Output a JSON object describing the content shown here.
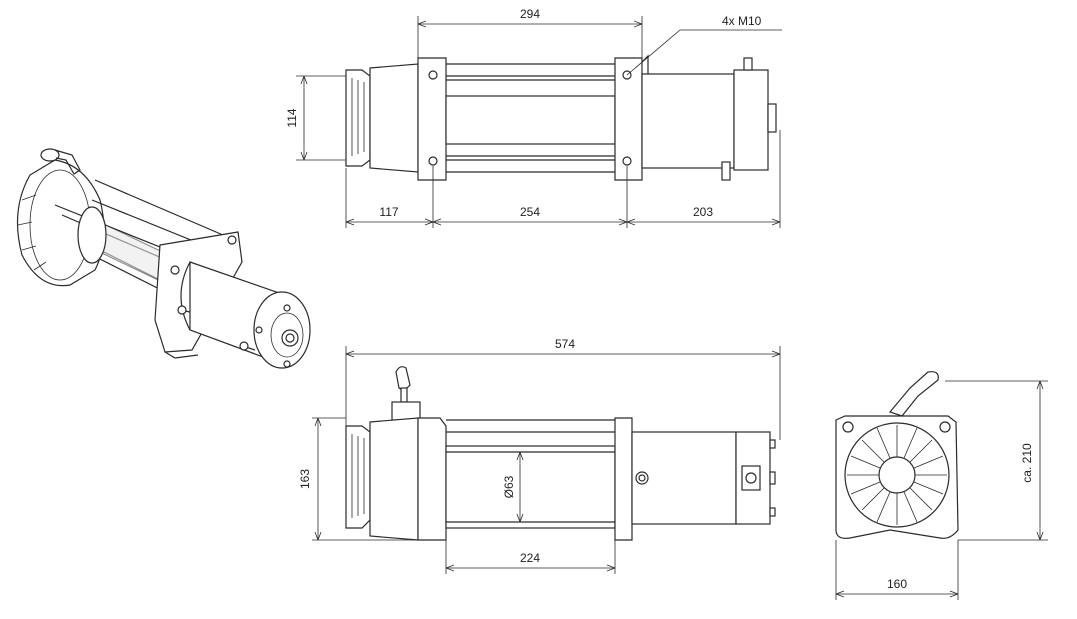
{
  "drawing": {
    "top_view": {
      "dim_overall_top": "294",
      "dim_height": "114",
      "dim_left": "117",
      "dim_middle": "254",
      "dim_right": "203",
      "bolt_note": "4x M10"
    },
    "front_view": {
      "dim_overall": "574",
      "dim_height": "163",
      "dim_drum_diameter": "Ø63",
      "dim_foot": "224"
    },
    "side_view": {
      "dim_height": "ca. 210",
      "dim_width": "160"
    }
  }
}
